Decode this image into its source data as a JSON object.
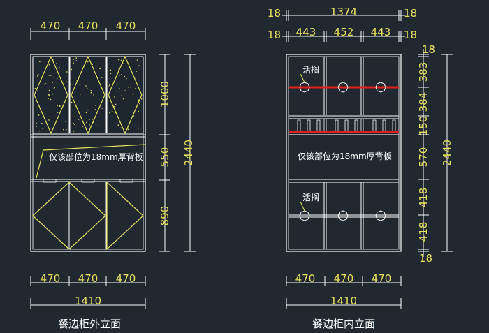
{
  "left": {
    "caption": "餐边柜外立面",
    "top_dims": [
      "470",
      "470",
      "470"
    ],
    "bottom_dims": [
      "470",
      "470",
      "470"
    ],
    "total_width": "1410",
    "right_dims": [
      "1000",
      "550",
      "890"
    ],
    "total_height": "2440",
    "note": "仅该部位为18mm厚背板"
  },
  "right": {
    "caption": "餐边柜内立面",
    "top_overall": {
      "left": "18",
      "mid": "1374",
      "right": "18"
    },
    "top_inner": {
      "left": "18",
      "a": "443",
      "b": "452",
      "c": "443",
      "right": "18"
    },
    "bottom_dims": [
      "470",
      "470",
      "470"
    ],
    "total_width": "1410",
    "right_dims": [
      "18",
      "383",
      "384",
      "150",
      "570",
      "418",
      "418",
      "18"
    ],
    "total_height": "2440",
    "note": "仅该部位为18mm厚背板",
    "shelf_label_top": "活搁",
    "shelf_label_bottom": "活搁"
  },
  "colors": {
    "background": "#212830",
    "dimension": "#e8e25a",
    "line": "#ffffff",
    "accent": "#e0201a"
  }
}
